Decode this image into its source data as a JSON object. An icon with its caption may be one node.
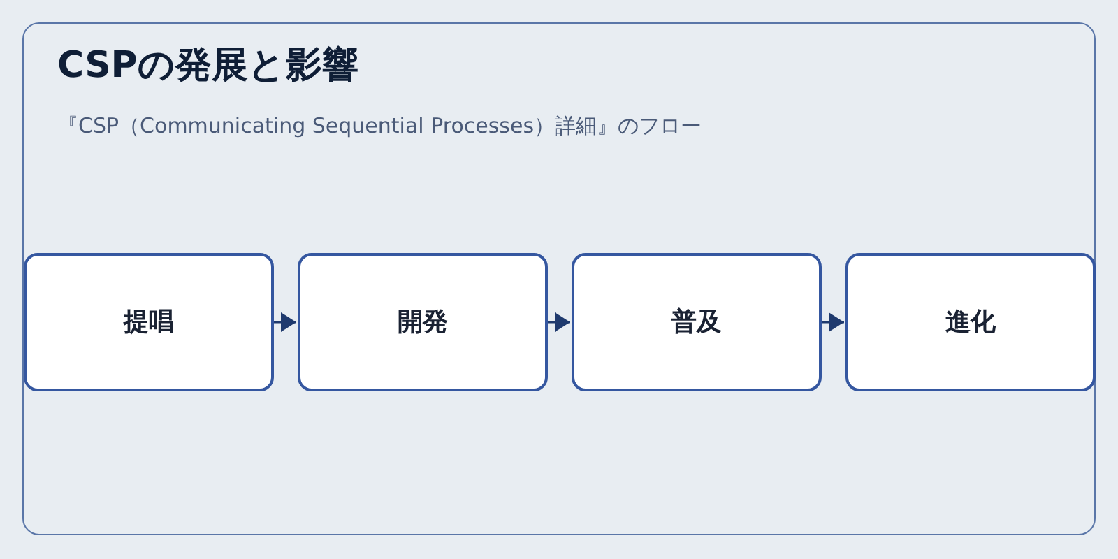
{
  "diagram": {
    "title": "CSPの発展と影響",
    "nodes": [
      {
        "text": [
          "提唱"
        ]
      },
      {
        "text": [
          "開発"
        ]
      },
      {
        "text": [
          "普及"
        ]
      },
      {
        "text": [
          "進化"
        ]
      }
    ],
    "edges": [
      {
        "from": 0,
        "to": 1,
        "arrow": "to"
      },
      {
        "from": 1,
        "to": 2,
        "arrow": "to"
      },
      {
        "from": 2,
        "to": 3,
        "arrow": "to"
      }
    ],
    "labels": [
      "『CSP（Communicating Sequential Processes）詳細』のフロー"
    ]
  }
}
